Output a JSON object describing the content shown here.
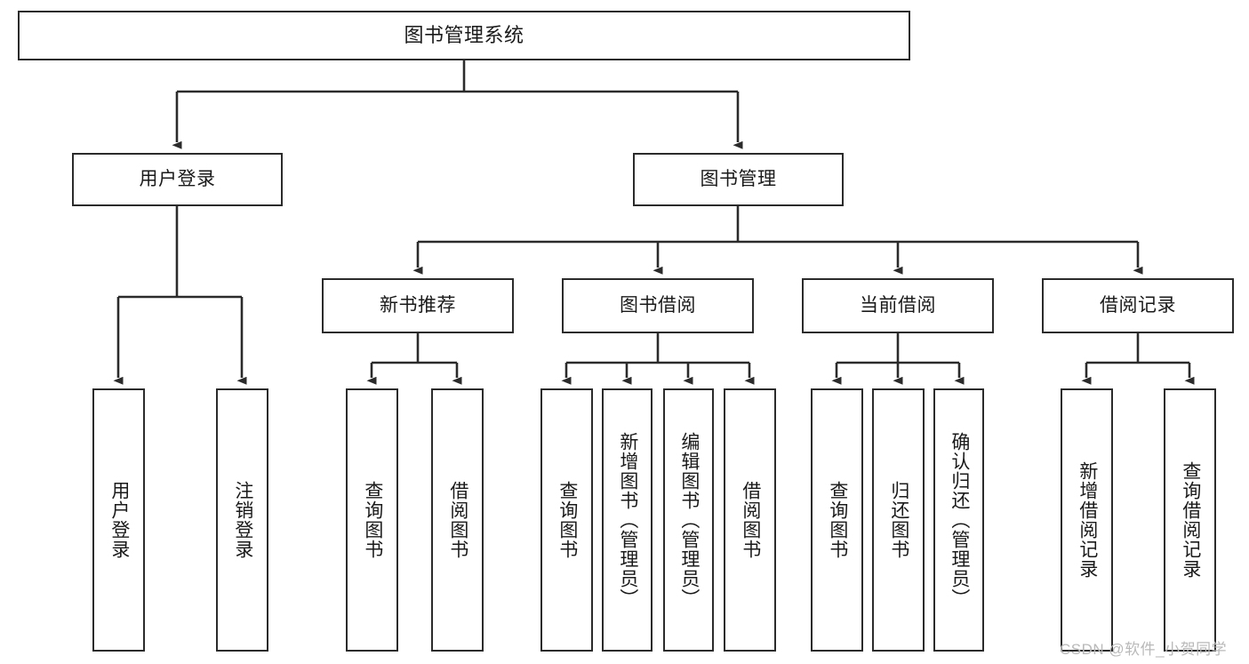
{
  "diagram": {
    "title": "图书管理系统",
    "type": "tree-hierarchy-chart",
    "line_color": "#2b2b2b",
    "box_fill": "#ffffff",
    "text_color": "#1a1a1a",
    "watermark": "CSDN @软件_小贺同学",
    "nodes": {
      "root": {
        "label": "图书管理系统"
      },
      "level2": [
        {
          "id": "user-login",
          "label": "用户登录"
        },
        {
          "id": "book-manage",
          "label": "图书管理"
        }
      ],
      "level3": [
        {
          "id": "new-book-recommend",
          "label": "新书推荐"
        },
        {
          "id": "book-borrow",
          "label": "图书借阅"
        },
        {
          "id": "current-borrow",
          "label": "当前借阅"
        },
        {
          "id": "borrow-record",
          "label": "借阅记录"
        }
      ],
      "leaves": {
        "user_login": [
          {
            "id": "leaf-user-login",
            "label": "用户登录"
          },
          {
            "id": "leaf-logout-login",
            "label": "注销登录"
          }
        ],
        "new_book_recommend": [
          {
            "id": "leaf-query-book-1",
            "label": "查询图书"
          },
          {
            "id": "leaf-borrow-book-1",
            "label": "借阅图书"
          }
        ],
        "book_borrow": [
          {
            "id": "leaf-query-book-2",
            "label": "查询图书"
          },
          {
            "id": "leaf-add-book",
            "label": "新增图书（管理员）"
          },
          {
            "id": "leaf-edit-book",
            "label": "编辑图书（管理员）"
          },
          {
            "id": "leaf-borrow-book-2",
            "label": "借阅图书"
          }
        ],
        "current_borrow": [
          {
            "id": "leaf-query-book-3",
            "label": "查询图书"
          },
          {
            "id": "leaf-return-book",
            "label": "归还图书"
          },
          {
            "id": "leaf-confirm-return",
            "label": "确认归还（管理员）"
          }
        ],
        "borrow_record": [
          {
            "id": "leaf-add-record",
            "label": "新增借阅记录"
          },
          {
            "id": "leaf-query-record",
            "label": "查询借阅记录"
          }
        ]
      }
    }
  }
}
